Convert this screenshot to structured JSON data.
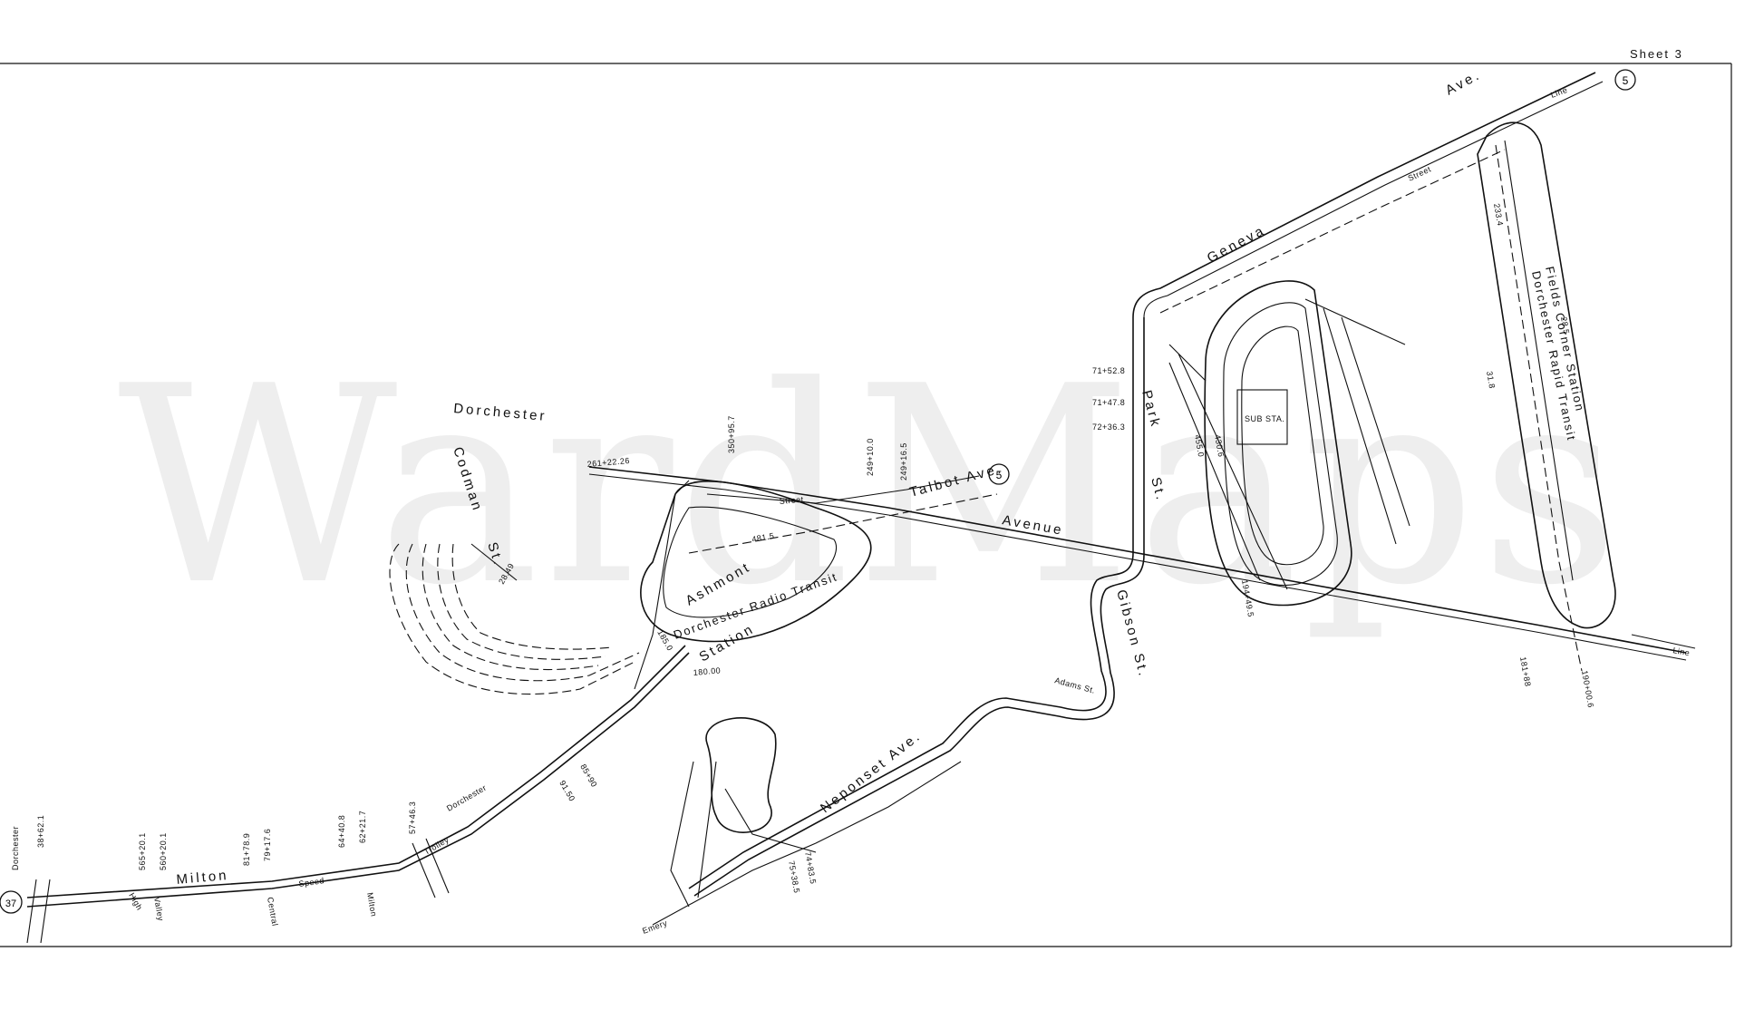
{
  "sheet": {
    "label": "Sheet 3"
  },
  "watermark": "WardMaps",
  "route_markers": [
    {
      "id": "route-5-top",
      "label": "5"
    },
    {
      "id": "route-5-talbot",
      "label": "5"
    },
    {
      "id": "route-37",
      "label": "37"
    }
  ],
  "streets": {
    "dorchester_top": "Dorchester",
    "codman": "Codman",
    "codman_st": "St.",
    "talbot": "Talbot Ave.",
    "dorchester_ave": "Dorchester",
    "avenue": "Avenue",
    "geneva": "Geneva",
    "geneva_ave": "Ave.",
    "park": "Park",
    "park_st": "St.",
    "gibson": "Gibson St.",
    "adams": "Adams St.",
    "neponset": "Neponset Ave.",
    "milton": "Milton",
    "dorchester_left": "Dorchester",
    "dorchester_lower": "Dorchester",
    "trolley": "Trolley",
    "speed": "Speed",
    "high": "High",
    "valley": "Valley",
    "central": "Central",
    "milton_small": "Milton"
  },
  "stations": {
    "ashmont_1": "Ashmont",
    "ashmont_2": "Dorchester Radio Transit",
    "ashmont_3": "Station",
    "fields_1": "Fields Corner Station",
    "fields_2": "Dorchester Rapid Transit"
  },
  "stations_small": {
    "emery": "Emery"
  },
  "annotations": [
    {
      "id": "sta-261",
      "text": "261+22.26"
    },
    {
      "id": "sta-dupont",
      "text": "350+95.7"
    },
    {
      "id": "sta-talbot1",
      "text": "249+10.0"
    },
    {
      "id": "sta-talbot2",
      "text": "249+16.5"
    },
    {
      "id": "sta-71452",
      "text": "71+52.8"
    },
    {
      "id": "sta-71472",
      "text": "71+47.8"
    },
    {
      "id": "sta-72363",
      "text": "72+36.3"
    },
    {
      "id": "sta-1818",
      "text": "181+88"
    },
    {
      "id": "sta-1906",
      "text": "190+00.6"
    },
    {
      "id": "sta-1945",
      "text": "194+49.5"
    },
    {
      "id": "sta-56520",
      "text": "565+20.1"
    },
    {
      "id": "sta-56060",
      "text": "560+20.1"
    },
    {
      "id": "sta-8170",
      "text": "81+78.9"
    },
    {
      "id": "sta-7917",
      "text": "79+17.6"
    },
    {
      "id": "sta-64403",
      "text": "64+40.8"
    },
    {
      "id": "sta-6217",
      "text": "62+21.7"
    },
    {
      "id": "sta-5743",
      "text": "57+46.3"
    },
    {
      "id": "sta-38",
      "text": "38+62.1"
    },
    {
      "id": "sta-7538",
      "text": "75+38.5"
    },
    {
      "id": "sta-7483",
      "text": "74+83.5"
    },
    {
      "id": "sta-9150",
      "text": "91.50"
    },
    {
      "id": "sta-8590",
      "text": "85+90"
    },
    {
      "id": "sta-2849",
      "text": "28.49"
    },
    {
      "id": "sta-4815",
      "text": "481.5"
    },
    {
      "id": "sta-1850",
      "text": "185.0"
    },
    {
      "id": "sta-1850b",
      "text": "180.00"
    },
    {
      "id": "sta-2334",
      "text": "233.4"
    },
    {
      "id": "sta-318",
      "text": "31.8"
    },
    {
      "id": "sta-285",
      "text": "28.5"
    },
    {
      "id": "sta-456",
      "text": "455.0"
    },
    {
      "id": "sta-4306",
      "text": "430.6"
    },
    {
      "id": "sta-street1",
      "text": "Street"
    },
    {
      "id": "sta-street2",
      "text": "Street"
    },
    {
      "id": "sta-line1",
      "text": "Line"
    },
    {
      "id": "sta-line2",
      "text": "Line"
    },
    {
      "id": "sta-bldg",
      "text": "SUB STA."
    }
  ]
}
